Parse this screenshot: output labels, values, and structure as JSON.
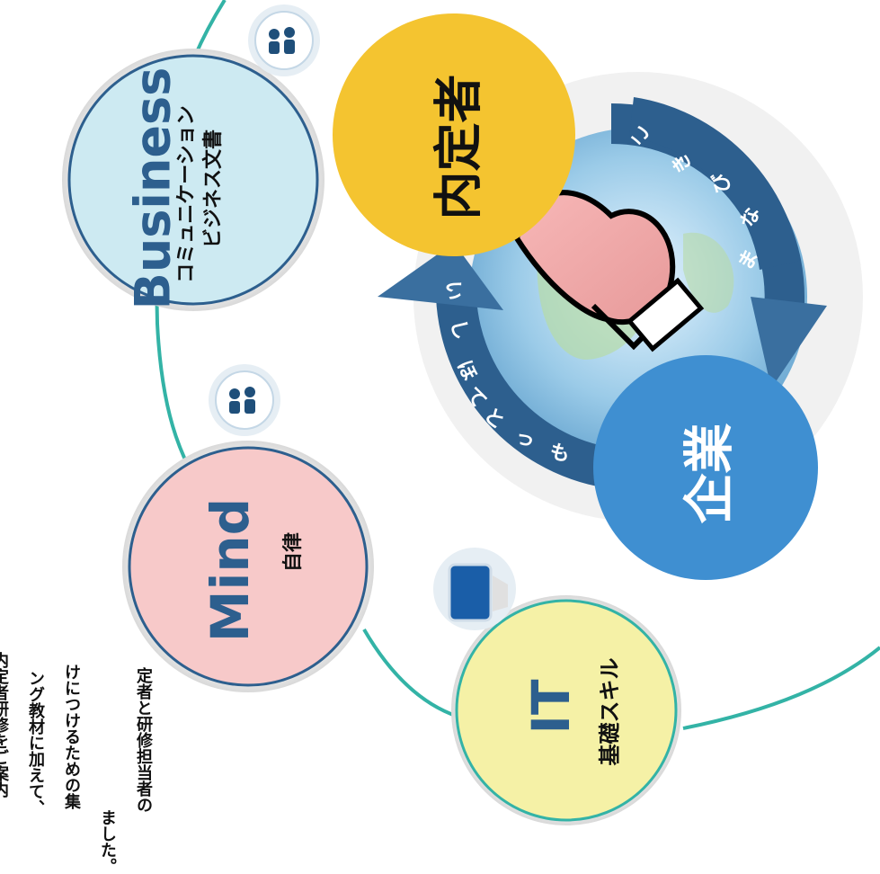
{
  "left_paragraph": {
    "lines": [
      "内定者研修をご案内",
      "ング教材に加えて、",
      "けにつけるための集",
      "ました。",
      "定者と研修担当者の"
    ]
  },
  "circles": {
    "business": {
      "title": "Business",
      "line1": "コミュニケーション",
      "line2": "ビジネス文書",
      "color": "#cdeaf2"
    },
    "mind": {
      "title": "Mind",
      "sub": "自律",
      "color": "#f7c9c9"
    },
    "it": {
      "title": "IT",
      "sub": "基礎スキル",
      "color": "#f5f1a6"
    },
    "naiteisha": {
      "label": "内定者",
      "color": "#f4c430"
    },
    "kigyo": {
      "label": "企業",
      "color": "#3f8fd1"
    }
  },
  "arrow_text": {
    "lower": [
      "ま",
      "な",
      "び",
      "き",
      "こ"
    ],
    "upper": [
      "ほ",
      "し",
      "い"
    ],
    "left": [
      "も",
      "っ",
      "と",
      "て"
    ]
  },
  "icons": [
    "people-icon",
    "people-icon",
    "tablet-icon"
  ],
  "colors": {
    "ring_arc": "#33b3a6",
    "dark_blue": "#2d5f8e",
    "arrow_blue": "#3a6f9f"
  }
}
